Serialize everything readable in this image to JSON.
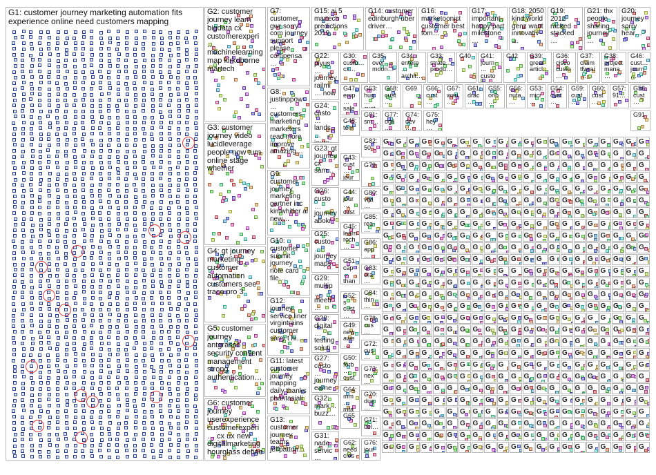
{
  "groups": [
    {
      "id": "G1",
      "label": "G1: customer journey marketing automation fits experience online need customers mapping",
      "fs": 12,
      "dense": true
    },
    {
      "id": "G2",
      "label": "G2: customer journey learn bigdata cx customerexperi… machinelearning map kirkdborne martech",
      "fs": 11
    },
    {
      "id": "G3",
      "label": "G3: customer journey video lucidleverage people now turn online stage whether",
      "fs": 11
    },
    {
      "id": "G4",
      "label": "G4: gt journey marketing customer automation customers see trace pro 3",
      "fs": 11
    },
    {
      "id": "G5",
      "label": "G5: customer journey antgrasso security consent management strong authentication…",
      "fs": 11
    },
    {
      "id": "G6",
      "label": "G6: customer journey userexperience customerexperi… cx ux new digitalmarketing hourglass define",
      "fs": 11
    },
    {
      "id": "G7",
      "label": "G7: customer gwr sorry com journey support please compensa…",
      "fs": 10
    },
    {
      "id": "G8",
      "label": "G8: justinppow… customers marketing marketers read more improve amazing…",
      "fs": 10
    },
    {
      "id": "G9",
      "label": "G9: customer journey marketing gartner inc kimwhitler ai new…",
      "fs": 10
    },
    {
      "id": "G10",
      "label": "G10: customer submit journey note card file…",
      "fs": 10
    },
    {
      "id": "G12",
      "label": "G12: journey service liner virgintrains customer sorry t hi…",
      "fs": 10
    },
    {
      "id": "G11",
      "label": "G11: latest customer journey mapping daily thanks pharitasiali",
      "fs": 10
    },
    {
      "id": "G13",
      "label": "G13: customer journey teams jeffpatton…",
      "fs": 10
    },
    {
      "id": "G15",
      "label": "G15: ai 5 martech predictions 2019…",
      "fs": 10
    },
    {
      "id": "G14",
      "label": "G14: customer edinburgh uber driver…",
      "fs": 10
    },
    {
      "id": "G16",
      "label": "G16: marketoonist customer best tom…",
      "fs": 10
    },
    {
      "id": "G17",
      "label": "G17: important happy part milestone…",
      "fs": 10
    },
    {
      "id": "G18",
      "label": "G18: 2050 kind world genz want innovativ…",
      "fs": 10
    },
    {
      "id": "G19",
      "label": "G19: 2012 racked stacked…",
      "fs": 10
    },
    {
      "id": "G21",
      "label": "G21: thx people sharing journey…",
      "fs": 10
    },
    {
      "id": "G20",
      "label": "G20: journey sorry hear…",
      "fs": 10
    },
    {
      "id": "G22",
      "label": "G22: piyus… journey railmi… now",
      "fs": 10
    },
    {
      "id": "G30",
      "label": "G30: custo… cx…",
      "fs": 9
    },
    {
      "id": "G35",
      "label": "G35: over moon…",
      "fs": 9
    },
    {
      "id": "G34",
      "label": "G34: enterp… archit…",
      "fs": 9
    },
    {
      "id": "G33",
      "label": "G33: strate… produ…",
      "fs": 9
    },
    {
      "id": "G40",
      "label": "G40",
      "fs": 9
    },
    {
      "id": "G41",
      "label": "G41: journ… custo…",
      "fs": 9
    },
    {
      "id": "G42",
      "label": "G42",
      "fs": 9
    },
    {
      "id": "G39",
      "label": "G39: great articl…",
      "fs": 9
    },
    {
      "id": "G36",
      "label": "G36: cisco custo…",
      "fs": 9
    },
    {
      "id": "G37",
      "label": "G37: claim tfwrai…",
      "fs": 9
    },
    {
      "id": "G38",
      "label": "G38: project mana…",
      "fs": 9
    },
    {
      "id": "G46",
      "label": "G46: cust… journ…",
      "fs": 9
    },
    {
      "id": "G24",
      "label": "G24: custo… lands… journ…",
      "fs": 10
    },
    {
      "id": "G23",
      "label": "G23: gt journey cx sam…",
      "fs": 10
    },
    {
      "id": "G26",
      "label": "G26: custo… journey abokr…",
      "fs": 10
    },
    {
      "id": "G25",
      "label": "G25: custo… journey maps…",
      "fs": 10
    },
    {
      "id": "G29",
      "label": "G29: multip… meeti… visio…",
      "fs": 10
    },
    {
      "id": "G28",
      "label": "G28: digital… testing soluti…",
      "fs": 10
    },
    {
      "id": "G27",
      "label": "G27: custo… journey earne…",
      "fs": 10
    },
    {
      "id": "G32",
      "label": "G32: mark… buzz…",
      "fs": 10
    },
    {
      "id": "G31",
      "label": "G31: nade… servic…",
      "fs": 10
    },
    {
      "id": "G47",
      "label": "G47: emp… sale…",
      "fs": 9
    },
    {
      "id": "G48",
      "label": "G48: tem… ban…",
      "fs": 9
    },
    {
      "id": "G43",
      "label": "G43: cust… jour…",
      "fs": 9
    },
    {
      "id": "G44",
      "label": "G44: jour… cust…",
      "fs": 9
    },
    {
      "id": "G45",
      "label": "G45: learn roch…",
      "fs": 9
    },
    {
      "id": "G51",
      "label": "G51: cap… than…",
      "fs": 9
    },
    {
      "id": "G52",
      "label": "G52: s cust…",
      "fs": 9
    },
    {
      "id": "G49",
      "label": "G49: new awe…",
      "fs": 9
    },
    {
      "id": "G50",
      "label": "G50: forb… cust…",
      "fs": 9
    },
    {
      "id": "G64",
      "label": "G64: mm… mta…",
      "fs": 9
    },
    {
      "id": "G65",
      "label": "G65",
      "fs": 9
    },
    {
      "id": "G62",
      "label": "G62: need cios…",
      "fs": 9
    },
    {
      "id": "G63",
      "label": "G63: hug… cust…",
      "fs": 9
    },
    {
      "id": "G68",
      "label": "G68: cust…",
      "fs": 9
    },
    {
      "id": "G69",
      "label": "G69",
      "fs": 9
    },
    {
      "id": "G66",
      "label": "G66: cust…",
      "fs": 9
    },
    {
      "id": "G67",
      "label": "G67: wan…",
      "fs": 9
    },
    {
      "id": "G61",
      "label": "G61: drac…",
      "fs": 9
    },
    {
      "id": "G55",
      "label": "G55: onb…",
      "fs": 9
    },
    {
      "id": "G56",
      "label": "G56: nuta…",
      "fs": 9
    },
    {
      "id": "G53",
      "label": "G53: micr…",
      "fs": 9
    },
    {
      "id": "G54",
      "label": "G54: cust…",
      "fs": 9
    },
    {
      "id": "G59",
      "label": "G59: cust…",
      "fs": 9
    },
    {
      "id": "G60",
      "label": "G60: cust…",
      "fs": 9
    },
    {
      "id": "G57",
      "label": "G57: 91…",
      "fs": 9
    },
    {
      "id": "G58",
      "label": "G58: cust…",
      "fs": 9
    },
    {
      "id": "G81",
      "label": "G81: sm…",
      "fs": 9
    },
    {
      "id": "G77",
      "label": "G77: ogil…",
      "fs": 9
    },
    {
      "id": "G74",
      "label": "G74: dev…",
      "fs": 9
    },
    {
      "id": "G75",
      "label": "G75: hey…",
      "fs": 9
    },
    {
      "id": "G91",
      "label": "G91",
      "fs": 9
    },
    {
      "id": "G82",
      "label": "G82: 50",
      "fs": 9
    },
    {
      "id": "G79",
      "label": "G79",
      "fs": 9
    },
    {
      "id": "G80",
      "label": "G80: vija…",
      "fs": 9
    },
    {
      "id": "G85",
      "label": "G85: rea…",
      "fs": 9
    },
    {
      "id": "G86",
      "label": "G86: app…",
      "fs": 9
    },
    {
      "id": "G83",
      "label": "G83: ora…",
      "fs": 9
    },
    {
      "id": "G84",
      "label": "G84: thin…",
      "fs": 9
    },
    {
      "id": "G78",
      "label": "G78: cus…",
      "fs": 9
    },
    {
      "id": "G72",
      "label": "G72: cus…",
      "fs": 9
    },
    {
      "id": "G73",
      "label": "G73: nex…",
      "fs": 9
    },
    {
      "id": "G70",
      "label": "G70: due…",
      "fs": 9
    },
    {
      "id": "G71",
      "label": "G71: bel…",
      "fs": 9
    },
    {
      "id": "G76",
      "label": "G76: jour…",
      "fs": 9
    }
  ],
  "grid_label": "G"
}
